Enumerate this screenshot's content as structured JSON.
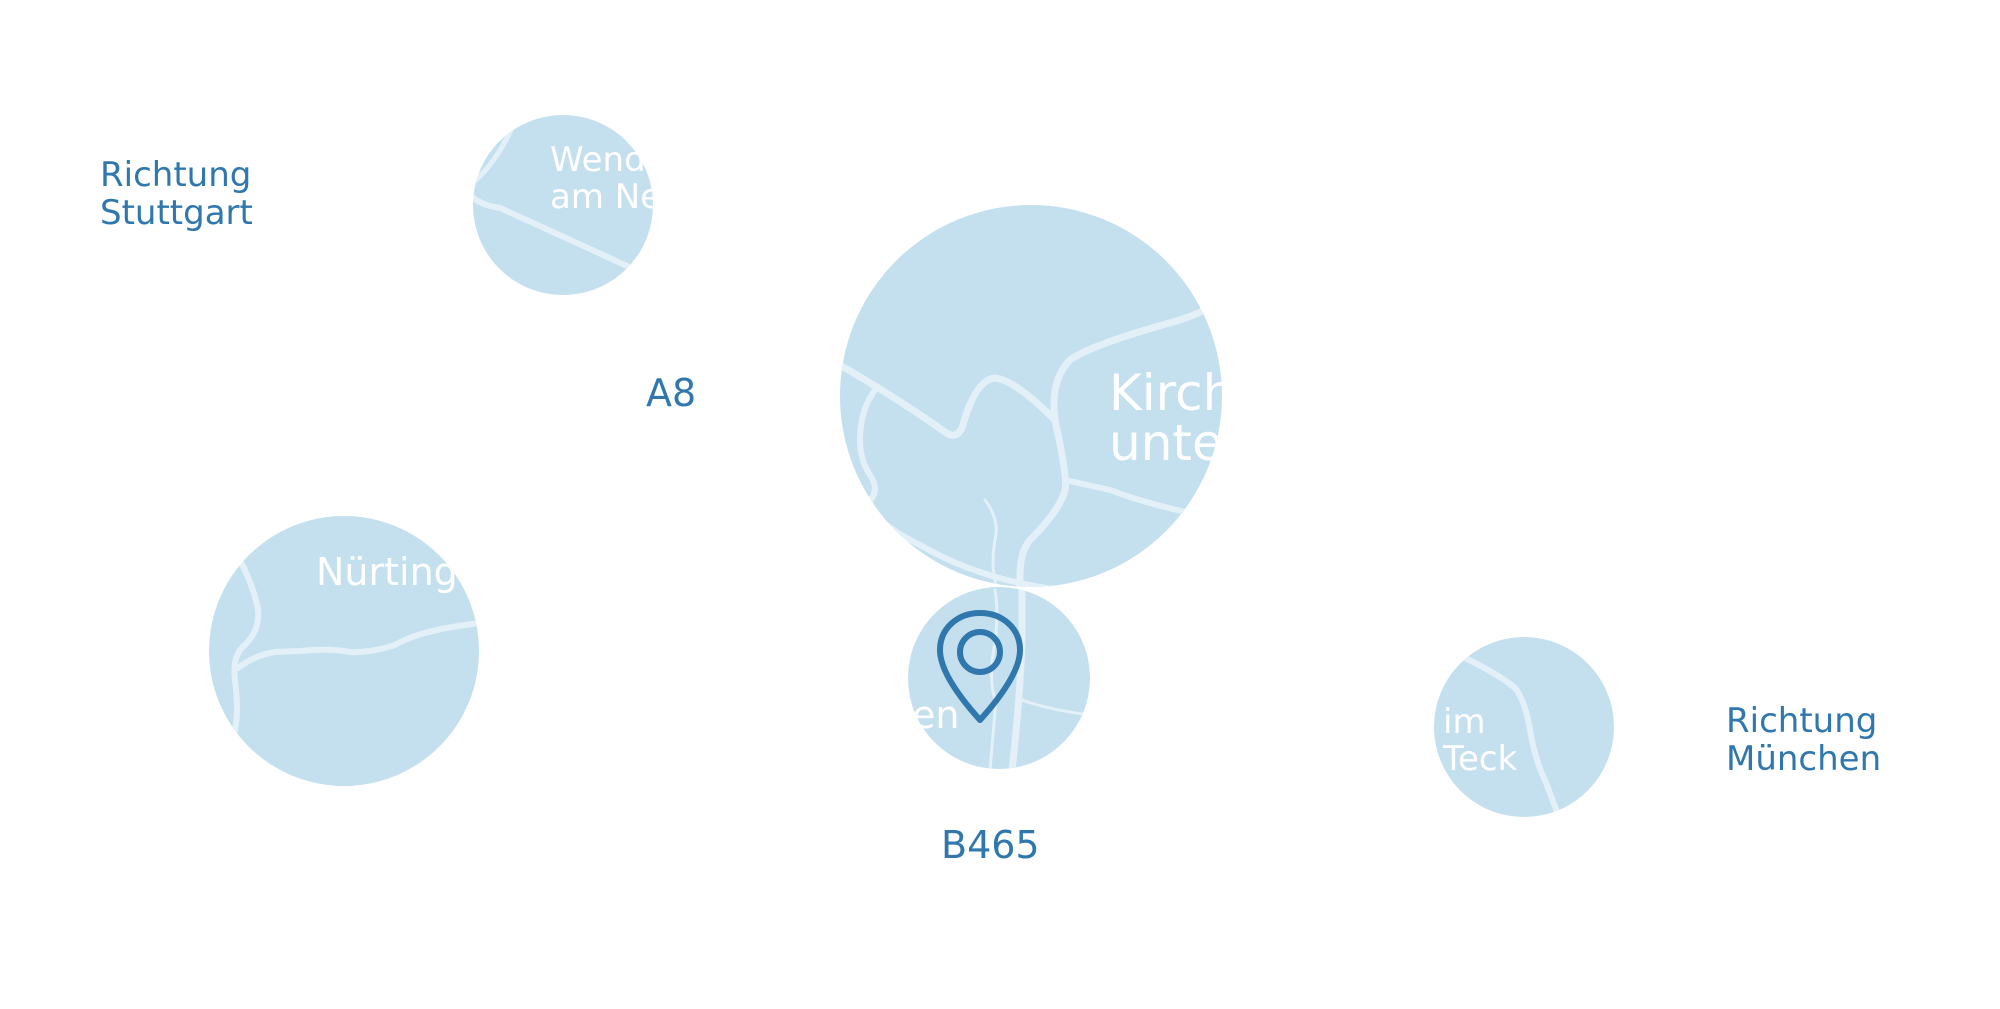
{
  "directions": {
    "west": {
      "line1": "Richtung",
      "line2": "Stuttgart"
    },
    "east": {
      "line1": "Richtung",
      "line2": "München"
    }
  },
  "roads": {
    "motorway": "A8",
    "federal": "B465"
  },
  "towns": {
    "wendlingen": {
      "line1": "Wend",
      "line2": "am Ne"
    },
    "kirchheim": {
      "line1": "Kirch",
      "line2": "unte"
    },
    "nuertingen": {
      "line1": "Nürting"
    },
    "dettingen": {
      "line1": "en"
    },
    "owen": {
      "line1": "im",
      "line2": "Teck"
    }
  },
  "marker": {
    "icon": "location-pin-icon"
  },
  "colors": {
    "accent": "#2f77ad",
    "bubble": "#c4e0ef",
    "street": "#e3f0f7",
    "town_text": "#ffffff",
    "background": "#ffffff"
  }
}
